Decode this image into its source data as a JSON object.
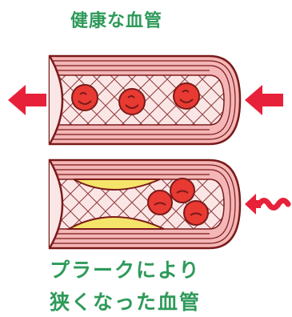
{
  "labels": {
    "healthy_title": "健康な血管",
    "narrowed_line1": "プラークにより",
    "narrowed_line2": "狭くなった血管"
  },
  "colors": {
    "label_green": "#2e9a5a",
    "vessel_wall": "#f4b6b6",
    "vessel_outline": "#7a1a1a",
    "lumen": "#fbe6e6",
    "plaque": "#f5e46a",
    "blood_cell": "#e83a32",
    "arrow": "#e8213a"
  },
  "icons": [
    "arrow-left-icon",
    "arrow-left-icon",
    "wavy-arrow-icon",
    "blood-cell-icon"
  ]
}
